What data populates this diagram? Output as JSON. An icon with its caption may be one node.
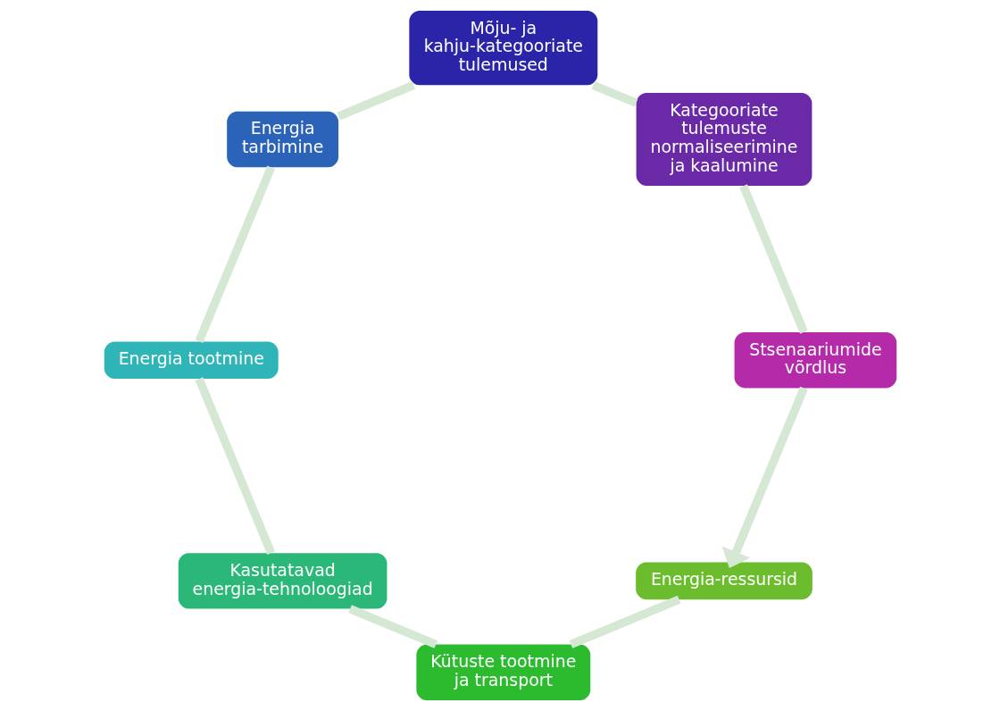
{
  "diagram": {
    "nodes": [
      {
        "text": [
          "Energia-ressursid"
        ]
      },
      {
        "text": [
          "Kütuste tootmine ja transport"
        ]
      },
      {
        "text": [
          "Kasutatavad energia-tehnoloogiad"
        ]
      },
      {
        "text": [
          "Energia tootmine"
        ]
      },
      {
        "text": [
          "Energia tarbimine"
        ]
      },
      {
        "text": [
          "Mõju- ja kahju-kategooriate tulemused"
        ]
      },
      {
        "text": [
          "Kategooriate tulemuste normaliseerimine ja kaalumine"
        ]
      },
      {
        "text": [
          "Stsenaariumide võrdlus"
        ]
      }
    ],
    "edges": [
      {
        "from": 0,
        "to": 1,
        "arrow": "none"
      },
      {
        "from": 1,
        "to": 2,
        "arrow": "none"
      },
      {
        "from": 2,
        "to": 3,
        "arrow": "none"
      },
      {
        "from": 3,
        "to": 4,
        "arrow": "none"
      },
      {
        "from": 4,
        "to": 5,
        "arrow": "none"
      },
      {
        "from": 5,
        "to": 6,
        "arrow": "none"
      },
      {
        "from": 6,
        "to": 7,
        "arrow": "none"
      },
      {
        "from": 7,
        "to": 0,
        "arrow": "to"
      }
    ]
  }
}
